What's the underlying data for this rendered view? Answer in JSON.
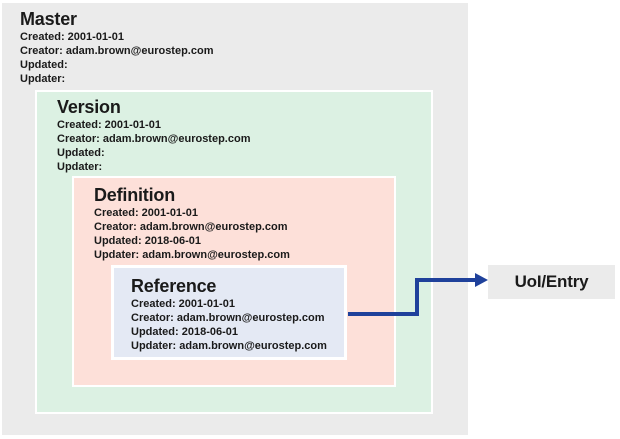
{
  "diagram": {
    "boxes": {
      "master": {
        "title": "Master",
        "created": "Created: 2001-01-01",
        "creator": "Creator: adam.brown@eurostep.com",
        "updated": "Updated:",
        "updater": "Updater:"
      },
      "version": {
        "title": "Version",
        "created": "Created: 2001-01-01",
        "creator": "Creator: adam.brown@eurostep.com",
        "updated": "Updated:",
        "updater": "Updater:"
      },
      "definition": {
        "title": "Definition",
        "created": "Created: 2001-01-01",
        "creator": "Creator: adam.brown@eurostep.com",
        "updated": "Updated: 2018-06-01",
        "updater": "Updater: adam.brown@eurostep.com"
      },
      "reference": {
        "title": "Reference",
        "created": "Created: 2001-01-01",
        "creator": "Creator: adam.brown@eurostep.com",
        "updated": "Updated: 2018-06-01",
        "updater": "Updater: adam.brown@eurostep.com"
      }
    },
    "uoi_entry": {
      "label": "UoI/Entry"
    },
    "colors": {
      "master_bg": "#ebebeb",
      "version_bg": "#dcf1e3",
      "definition_bg": "#fde0d9",
      "reference_bg": "#e4e9f4",
      "uoi_entry_bg": "#ebebeb",
      "arrow": "#1f419b",
      "text": "#1a1a1a"
    }
  }
}
